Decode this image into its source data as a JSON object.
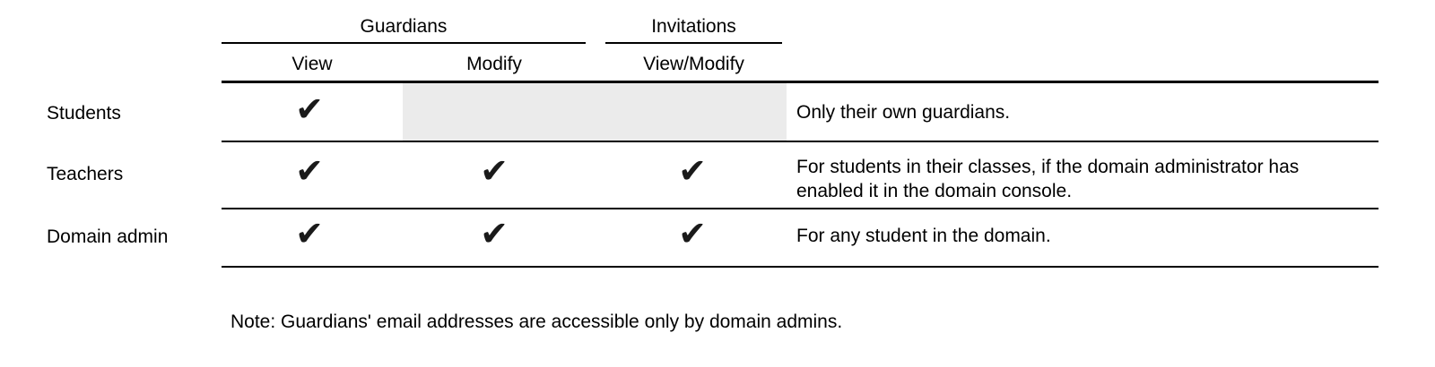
{
  "table": {
    "column_groups": [
      {
        "label": "Guardians"
      },
      {
        "label": "Invitations"
      }
    ],
    "columns": [
      "View",
      "Modify",
      "View/Modify"
    ],
    "check_glyph": "✔",
    "rows": [
      {
        "label": "Students",
        "permissions": {
          "view": true,
          "modify": false,
          "view_modify": false
        },
        "note": "Only their own guardians."
      },
      {
        "label": "Teachers",
        "permissions": {
          "view": true,
          "modify": true,
          "view_modify": true
        },
        "note": "For students in their classes, if the domain administrator has enabled it in the domain console."
      },
      {
        "label": "Domain admin",
        "permissions": {
          "view": true,
          "modify": true,
          "view_modify": true
        },
        "note": "For any student in the domain."
      }
    ]
  },
  "footnote": "Note: Guardians' email addresses are accessible only by domain admins.",
  "colors": {
    "background": "#ffffff",
    "text": "#000000",
    "rule": "#000000",
    "disabled_cell_bg": "#ebebeb"
  }
}
